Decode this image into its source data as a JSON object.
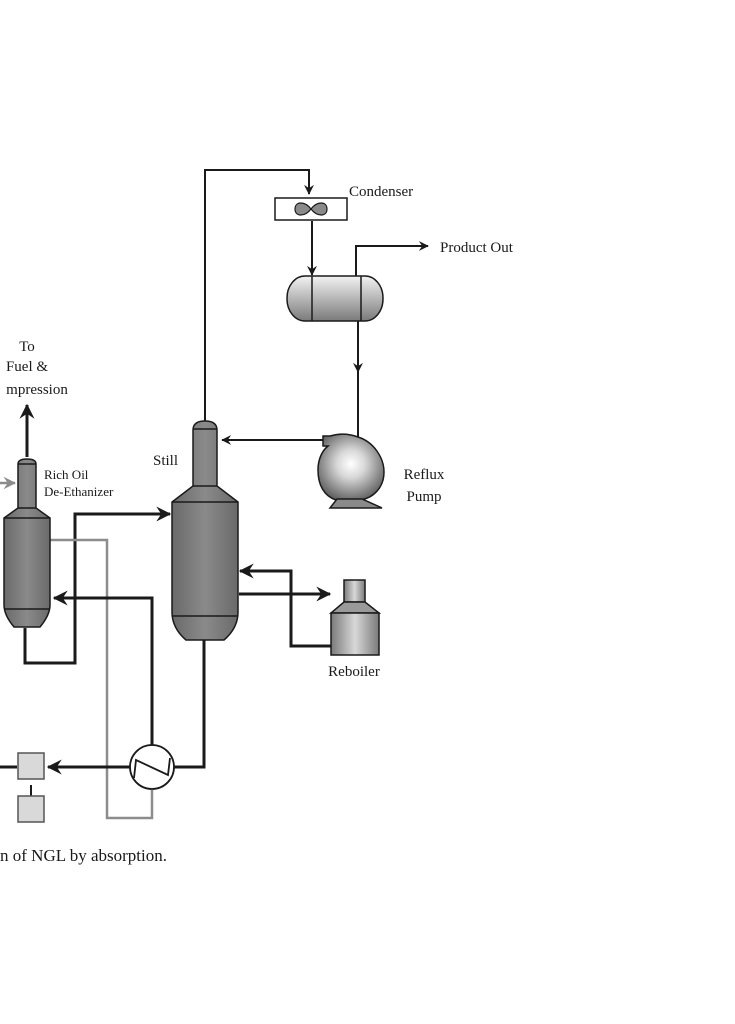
{
  "diagram": {
    "title": "Process flow diagram — recovery of NGL by absorption (partial view)",
    "caption": "n of NGL by absorption.",
    "labels": {
      "condenser": "Condenser",
      "product_out": "Product Out",
      "to_fuel_line1": "To",
      "to_fuel_line2": "Fuel &",
      "to_fuel_line3": "mpression",
      "still": "Still",
      "rich_oil_line1": "Rich Oil",
      "rich_oil_line2": "De-Ethanizer",
      "reflux_line1": "Reflux",
      "reflux_line2": "Pump",
      "reboiler": "Reboiler"
    },
    "equipment": [
      {
        "id": "condenser",
        "type": "air-cooled condenser (fan symbol)"
      },
      {
        "id": "reflux-drum",
        "type": "horizontal drum"
      },
      {
        "id": "reflux-pump",
        "type": "centrifugal pump"
      },
      {
        "id": "still",
        "type": "distillation column"
      },
      {
        "id": "reboiler",
        "type": "reboiler vessel"
      },
      {
        "id": "rich-oil-de-ethanizer",
        "type": "column"
      },
      {
        "id": "heat-exchanger",
        "type": "shell-and-tube exchanger (circle symbol)"
      },
      {
        "id": "lean-oil-units",
        "type": "small boxes"
      }
    ],
    "colors": {
      "line": "#1a1a1a",
      "gray_line": "#8c8c8c",
      "vessel_dark": "#6e6e6e",
      "vessel_light": "#e8e8e8",
      "box_fill": "#d9d9d9"
    }
  }
}
